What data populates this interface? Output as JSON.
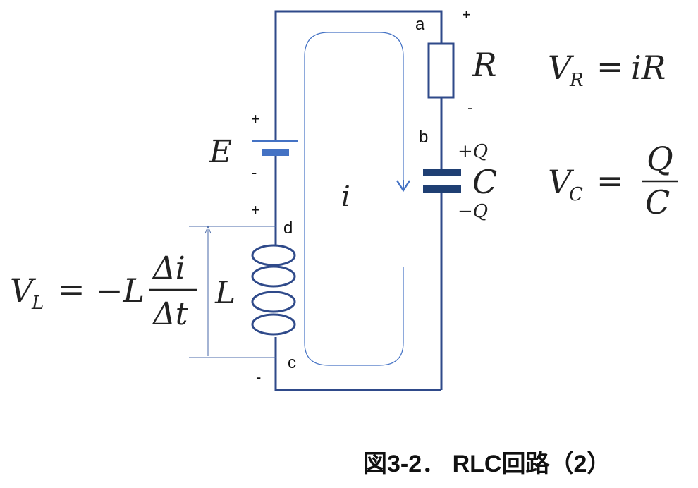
{
  "nodes": {
    "a": "a",
    "b": "b",
    "c": "c",
    "d": "d"
  },
  "polarity": {
    "plus": "+",
    "minus": "-"
  },
  "components": {
    "resistor_symbol": "R",
    "battery_symbol": "E",
    "capacitor_symbol": "C",
    "inductor_symbol": "L",
    "current_symbol": "i",
    "charge_plus": "+Q",
    "charge_minus": "−Q"
  },
  "equations": {
    "resistor": {
      "lhs_var": "V",
      "lhs_sub": "R",
      "rhs": "iR"
    },
    "capacitor": {
      "lhs_var": "V",
      "lhs_sub": "C",
      "numerator": "Q",
      "denominator": "C"
    },
    "inductor": {
      "lhs_var": "V",
      "lhs_sub": "L",
      "prefix": "−L",
      "numerator": "Δi",
      "denominator": "Δt"
    }
  },
  "equals": "=",
  "caption": "図3-2． RLC回路（2）",
  "colors": {
    "wire": "#2f4a8a",
    "battery_short_plate": "#4472c4",
    "capacitor": "#1f3f73",
    "current_arrow": "#4472c4",
    "dimension_line": "#4a6aa8"
  }
}
